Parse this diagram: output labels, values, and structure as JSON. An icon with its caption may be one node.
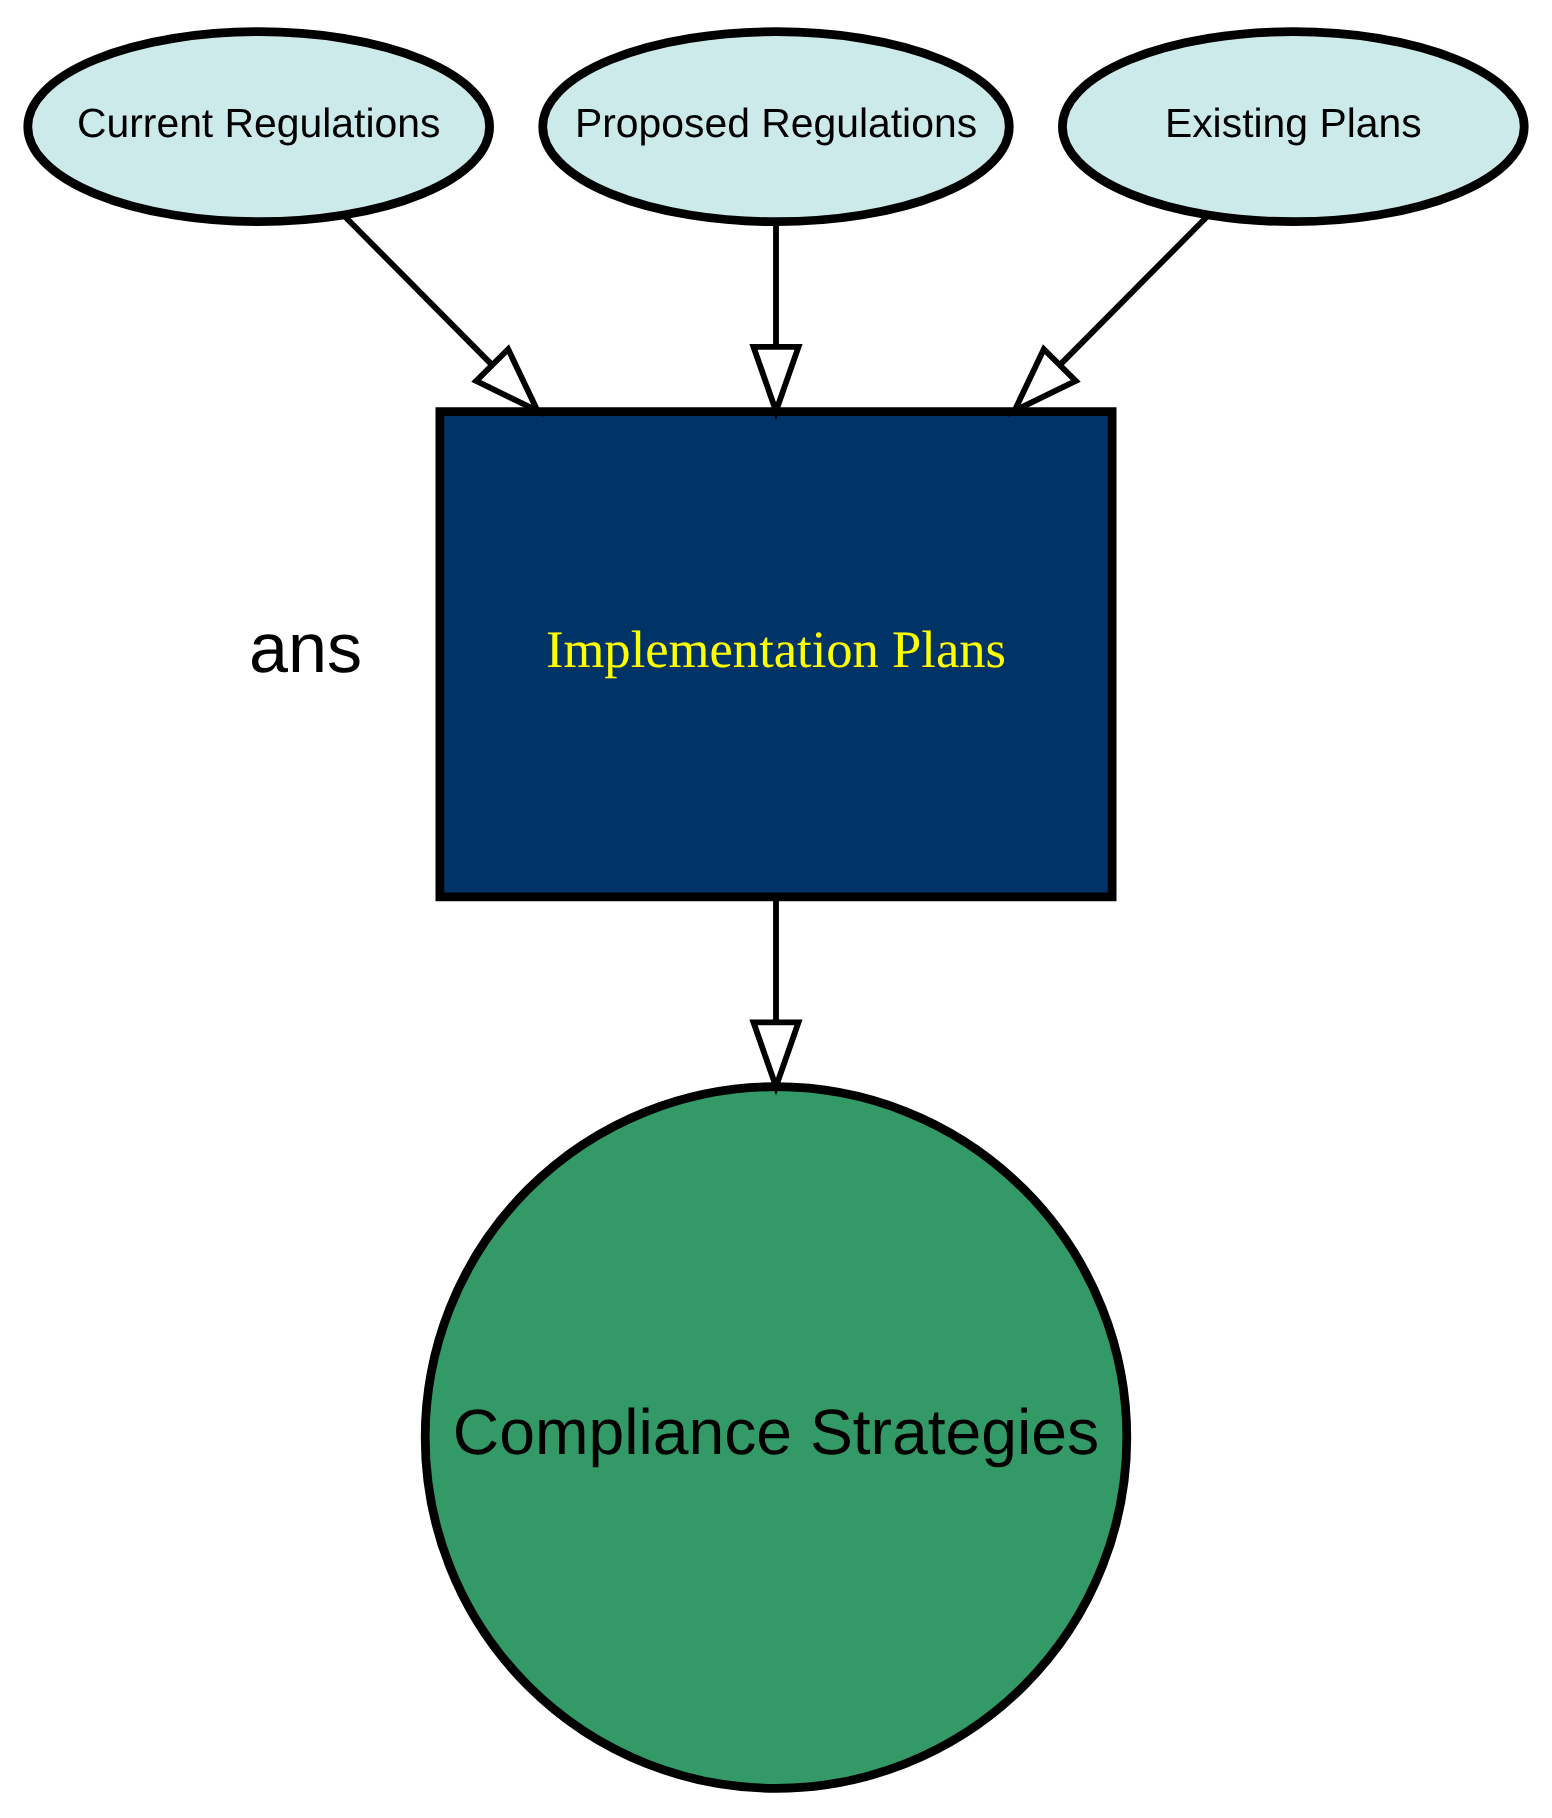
{
  "diagram": {
    "nodes": [
      {
        "text": [
          "Current Regulations"
        ]
      },
      {
        "text": [
          "Proposed Regulations"
        ]
      },
      {
        "text": [
          "Existing Plans"
        ]
      },
      {
        "text": [
          "Implementation Plans"
        ]
      },
      {
        "text": [
          "Compliance Strategies"
        ]
      }
    ],
    "edges": [
      {
        "from": 0,
        "to": 3,
        "arrow": "to"
      },
      {
        "from": 1,
        "to": 3,
        "arrow": "to"
      },
      {
        "from": 2,
        "to": 3,
        "arrow": "to"
      },
      {
        "from": 3,
        "to": 4,
        "arrow": "to"
      }
    ],
    "labels": [
      "ans"
    ]
  }
}
